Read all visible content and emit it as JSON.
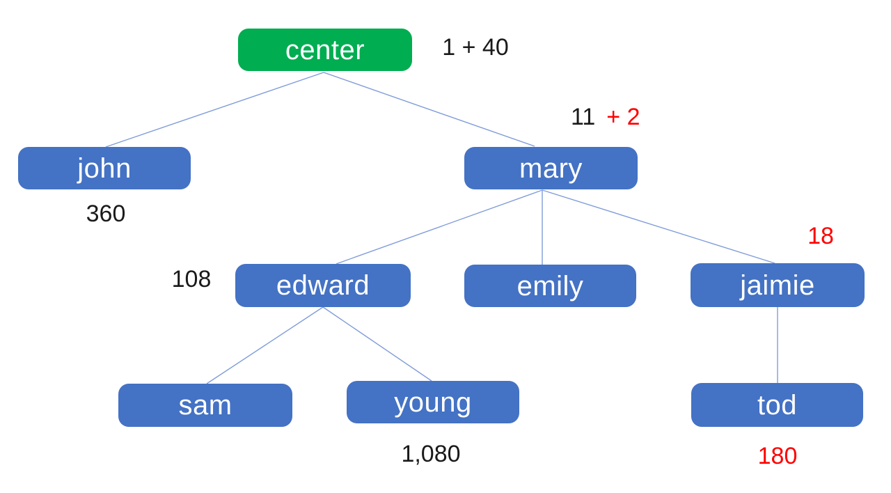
{
  "diagram": {
    "background": "#ffffff",
    "colors": {
      "node_fill_blue": "#4472c4",
      "node_fill_green": "#00ad50",
      "node_text": "#ffffff",
      "connector_line": "#7f9cd9",
      "annotation_default": "#1a1a1a",
      "annotation_highlight": "#ff0000"
    },
    "nodes": [
      {
        "id": "center",
        "label": "center",
        "variant": "green"
      },
      {
        "id": "john",
        "label": "john",
        "variant": "blue"
      },
      {
        "id": "mary",
        "label": "mary",
        "variant": "blue"
      },
      {
        "id": "edward",
        "label": "edward",
        "variant": "blue"
      },
      {
        "id": "emily",
        "label": "emily",
        "variant": "blue"
      },
      {
        "id": "jaimie",
        "label": "jaimie",
        "variant": "blue"
      },
      {
        "id": "sam",
        "label": "sam",
        "variant": "blue"
      },
      {
        "id": "young",
        "label": "young",
        "variant": "blue"
      },
      {
        "id": "tod",
        "label": "tod",
        "variant": "blue"
      }
    ],
    "edges": [
      {
        "from": "center",
        "to": "john"
      },
      {
        "from": "center",
        "to": "mary"
      },
      {
        "from": "mary",
        "to": "edward"
      },
      {
        "from": "mary",
        "to": "emily"
      },
      {
        "from": "mary",
        "to": "jaimie"
      },
      {
        "from": "edward",
        "to": "sam"
      },
      {
        "from": "edward",
        "to": "young"
      },
      {
        "from": "jaimie",
        "to": "tod"
      }
    ],
    "annotations": {
      "center_value": "1 + 40",
      "mary_value_black": "11",
      "mary_value_red": "+ 2",
      "john_value": "360",
      "edward_value": "108",
      "jaimie_value": "18",
      "young_value": "1,080",
      "tod_value": "180"
    }
  }
}
